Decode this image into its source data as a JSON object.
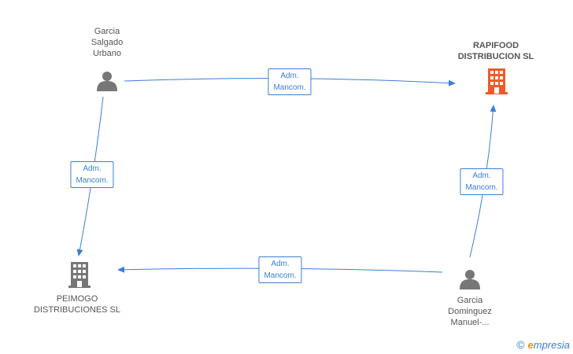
{
  "nodes": {
    "person1": {
      "lines": [
        "Garcia",
        "Salgado",
        "Urbano"
      ]
    },
    "person2": {
      "lines": [
        "Garcia",
        "Dominguez",
        "Manuel-..."
      ]
    },
    "company1": {
      "lines": [
        "RAPIFOOD",
        "DISTRIBUCION SL"
      ],
      "color": "#f05a28"
    },
    "company2": {
      "lines": [
        "PEIMOGO",
        "DISTRIBUCIONES SL"
      ],
      "color": "#777777"
    }
  },
  "edges": [
    {
      "from": "person1",
      "to": "company1",
      "label": [
        "Adm.",
        "Mancom."
      ]
    },
    {
      "from": "person1",
      "to": "company2",
      "label": [
        "Adm.",
        "Mancom."
      ]
    },
    {
      "from": "person2",
      "to": "company1",
      "label": [
        "Adm.",
        "Mancom."
      ]
    },
    {
      "from": "person2",
      "to": "company2",
      "label": [
        "Adm.",
        "Mancom."
      ]
    }
  ],
  "colors": {
    "edge": "#3a7fd5",
    "person_icon": "#777777"
  },
  "watermark": {
    "symbol": "©",
    "brand_first": "e",
    "brand_rest": "mpresia"
  }
}
